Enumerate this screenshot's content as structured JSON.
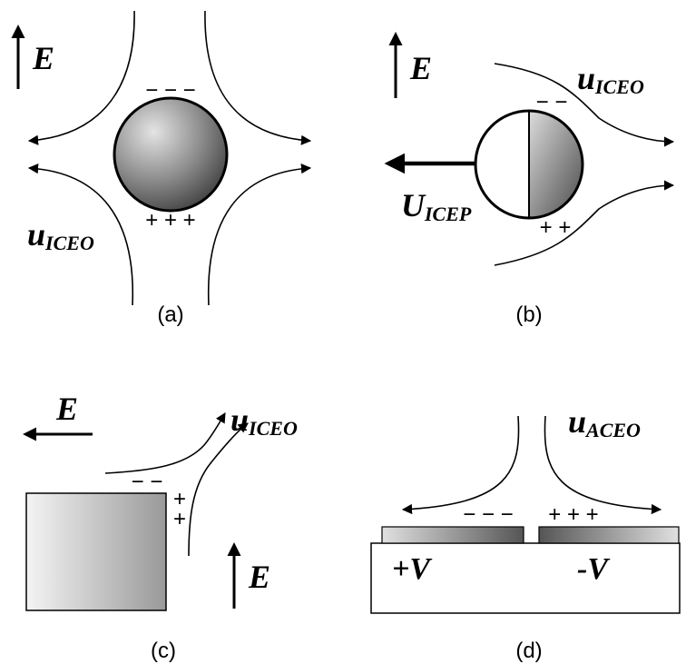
{
  "panels": {
    "a": {
      "field_label": "E",
      "flow_label": "u",
      "flow_sub": "ICEO",
      "neg_charges": "− − −",
      "pos_charges": "+ + +",
      "caption": "(a)"
    },
    "b": {
      "field_label": "E",
      "flow_label": "u",
      "flow_sub": "ICEO",
      "velocity_label": "U",
      "velocity_sub": "ICEP",
      "neg_charges": "− −",
      "pos_charges": "+ +",
      "caption": "(b)"
    },
    "c": {
      "field_label_top": "E",
      "field_label_bottom": "E",
      "flow_label": "u",
      "flow_sub": "ICEO",
      "neg_charges": "− −",
      "pos_charge_1": "+",
      "pos_charge_2": "+",
      "caption": "(c)"
    },
    "d": {
      "flow_label": "u",
      "flow_sub": "ACEO",
      "left_electrode": "+V",
      "right_electrode": "-V",
      "neg_charges": "− − −",
      "pos_charges": "+ +   +",
      "caption": "(d)"
    }
  }
}
